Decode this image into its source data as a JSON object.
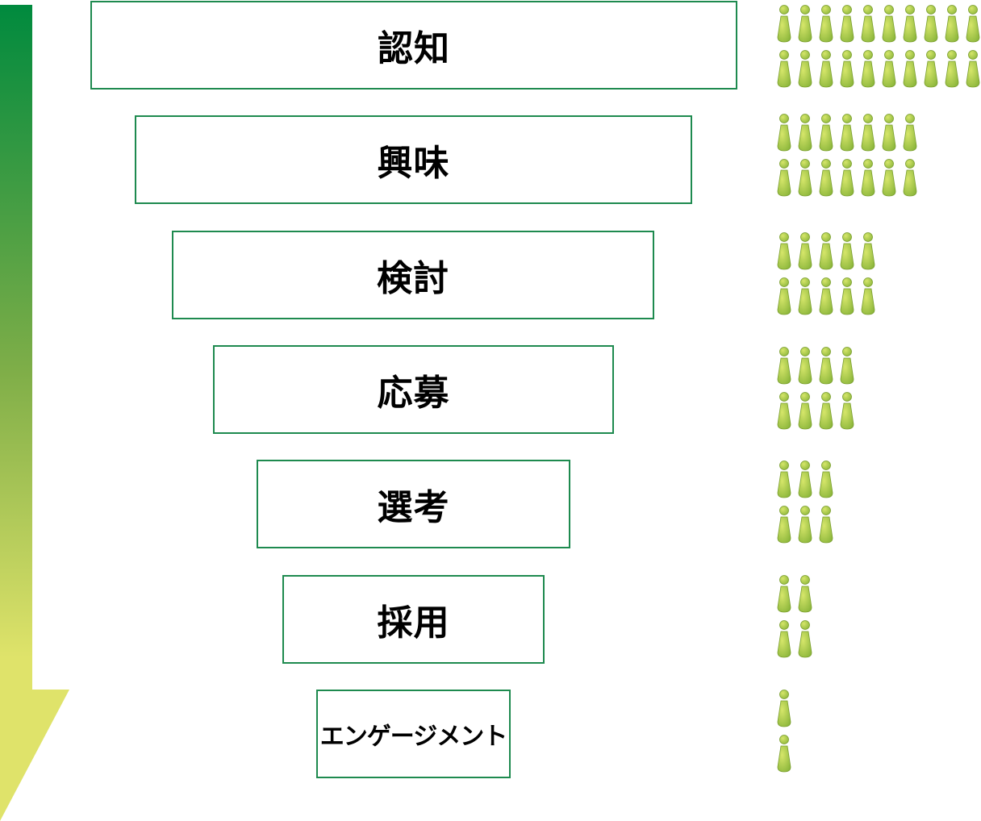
{
  "colors": {
    "border": "#1e8a4f",
    "arrow_top": "#008a3e",
    "arrow_bottom": "#dfe36a",
    "person_light": "#d6e66a",
    "person_dark": "#8ab53a"
  },
  "icon": "person-icon",
  "stages": [
    {
      "label": "認知",
      "people_per_row": 10
    },
    {
      "label": "興味",
      "people_per_row": 7
    },
    {
      "label": "検討",
      "people_per_row": 5
    },
    {
      "label": "応募",
      "people_per_row": 4
    },
    {
      "label": "選考",
      "people_per_row": 3
    },
    {
      "label": "採用",
      "people_per_row": 2
    },
    {
      "label": "エンゲージメント",
      "people_per_row": 1
    }
  ]
}
